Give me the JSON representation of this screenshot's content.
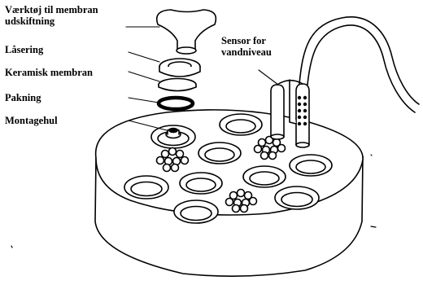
{
  "labels": {
    "tool_line1": "Værktøj til membran",
    "tool_line2": "udskiftning",
    "locking_ring": "Låsering",
    "ceramic_membrane": "Keramisk membran",
    "gasket": "Pakning",
    "mounting_hole": "Montagehul",
    "sensor_line1": "Sensor for",
    "sensor_line2": "vandniveau"
  }
}
